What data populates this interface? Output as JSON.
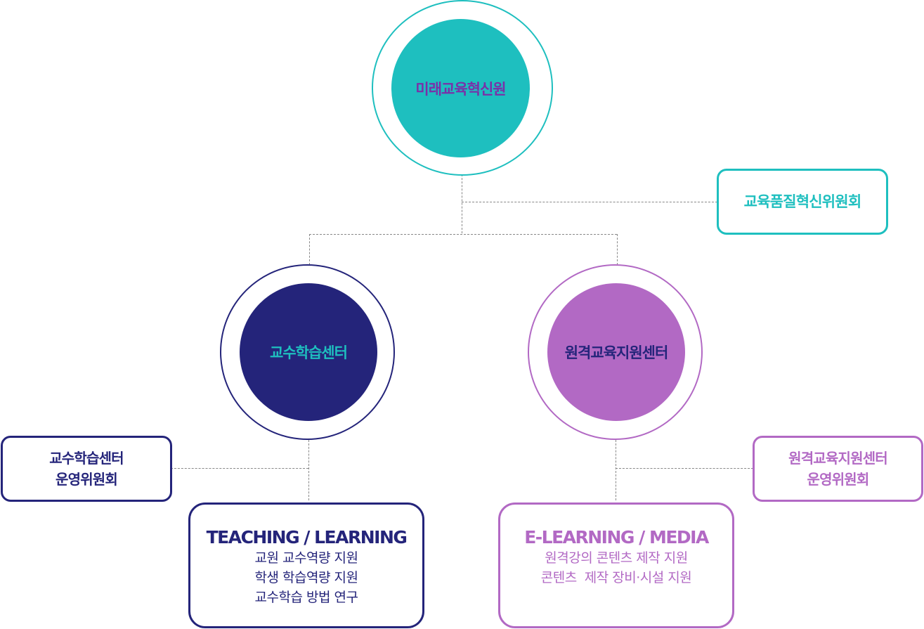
{
  "colors": {
    "teal": "#1ebfbf",
    "navy": "#24247a",
    "purple": "#b269c4",
    "title_purple": "#7a30a8",
    "connector": "#888888"
  },
  "root": {
    "label": "미래교육혁신원"
  },
  "committee_top": {
    "label": "교육품질혁신위원회"
  },
  "left_center": {
    "label": "교수학습센터",
    "committee": {
      "line1": "교수학습센터",
      "line2": "운영위원회"
    },
    "detail": {
      "title": "TEACHING / LEARNING",
      "lines": [
        "교원 교수역량 지원",
        "학생 학습역량 지원",
        "교수학습 방법 연구"
      ]
    }
  },
  "right_center": {
    "label": "원격교육지원센터",
    "committee": {
      "line1": "원격교육지원센터",
      "line2": "운영위원회"
    },
    "detail": {
      "title": "E-LEARNING / MEDIA",
      "lines": [
        "원격강의 콘텐츠 제작 지원",
        "콘텐츠  제작 장비·시설 지원"
      ]
    }
  }
}
